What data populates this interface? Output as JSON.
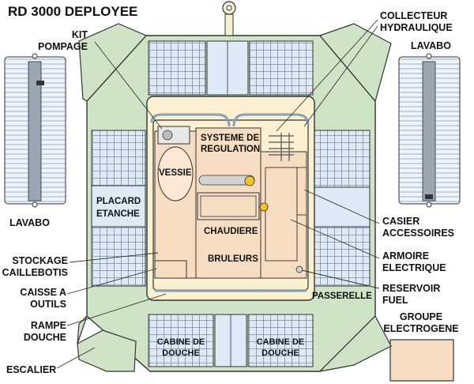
{
  "title": "RD 3000 DEPLOYEE",
  "labels": {
    "kit_pompage_1": "KIT",
    "kit_pompage_2": "POMPAGE",
    "collecteur_1": "COLLECTEUR",
    "collecteur_2": "HYDRAULIQUE",
    "lavabo_top": "LAVABO",
    "lavabo_left": "LAVABO",
    "vessie": "VESSIE",
    "systeme_1": "SYSTEME DE",
    "systeme_2": "REGULATION",
    "placard_1": "PLACARD",
    "placard_2": "ETANCHE",
    "chaudiere": "CHAUDIERE",
    "bruleurs": "BRULEURS",
    "casier_1": "CASIER",
    "casier_2": "ACCESSOIRES",
    "armoire_1": "ARMOIRE",
    "armoire_2": "ELECTRIQUE",
    "stockage_1": "STOCKAGE",
    "stockage_2": "CAILLEBOTIS",
    "caisse_1": "CAISSE A",
    "caisse_2": "OUTILS",
    "reservoir_1": "RESERVOIR",
    "reservoir_2": "FUEL",
    "passerelle": "PASSERELLE",
    "rampe_1": "RAMPE",
    "rampe_2": "DOUCHE",
    "cabine_left_1": "CABINE DE",
    "cabine_left_2": "DOUCHE",
    "cabine_right_1": "CABINE DE",
    "cabine_right_2": "DOUCHE",
    "groupe_1": "GROUPE",
    "groupe_2": "ELECTROGENE",
    "escalier": "ESCALIER"
  },
  "colors": {
    "deck_green": "#cfe3c6",
    "panel_blue": "#dde9f5",
    "floor_cream": "#fbf0cf",
    "equipment_tan": "#f6dcc0",
    "line": "#333333"
  }
}
